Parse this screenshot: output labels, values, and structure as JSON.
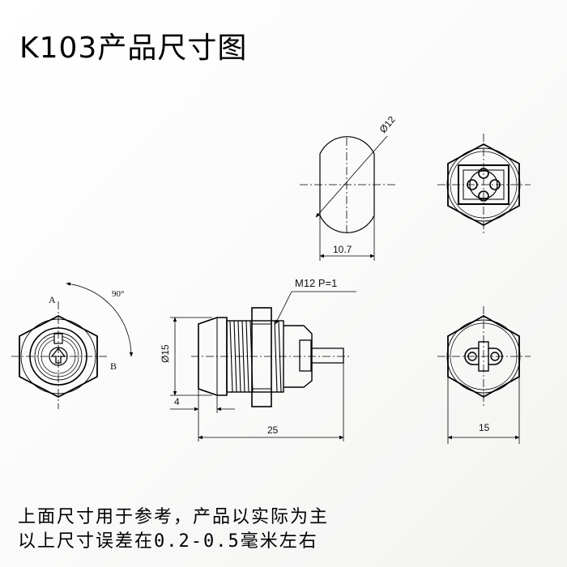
{
  "title": "K103产品尺寸图",
  "labels": {
    "diameter_top": "Ø12",
    "width_top": "10.7",
    "thread": "M12 P=1",
    "angle": "90°",
    "pos_a": "A",
    "pos_b": "B",
    "diameter_side": "Ø15",
    "flange": "4",
    "length": "25",
    "width_back": "15"
  },
  "notes": {
    "line1": "上面尺寸用于参考，产品以实际为主",
    "line2": "以上尺寸误差在0.2-0.5毫米左右"
  }
}
